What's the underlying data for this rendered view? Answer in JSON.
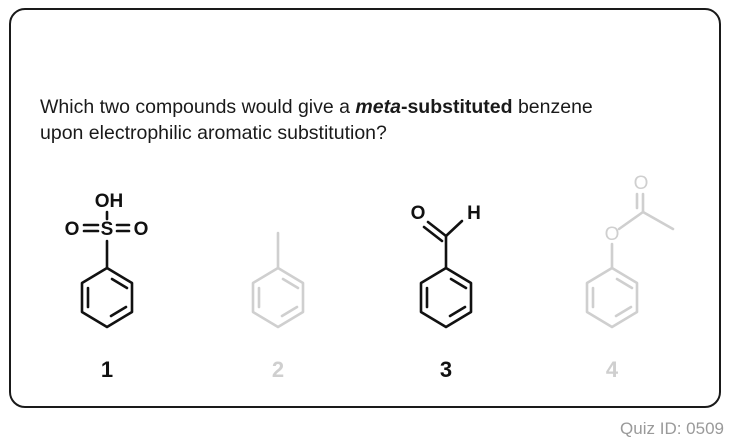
{
  "question": {
    "part1": "Which two compounds would give a ",
    "meta": "meta",
    "substituted": "-substituted",
    "part2": " benzene",
    "line2": "upon electrophilic aromatic substitution?"
  },
  "compounds": [
    {
      "number": "1",
      "highlighted": true,
      "labels": {
        "oh": "OH",
        "o_left": "O",
        "s": "S",
        "o_right": "O"
      }
    },
    {
      "number": "2",
      "highlighted": false
    },
    {
      "number": "3",
      "highlighted": true,
      "labels": {
        "o": "O",
        "h": "H"
      }
    },
    {
      "number": "4",
      "highlighted": false,
      "labels": {
        "o_carbonyl": "O",
        "o_ester": "O"
      }
    }
  ],
  "colors": {
    "active": "#111111",
    "faded": "#cfcfcf",
    "quiz_id": "#9a9a9a"
  },
  "footer": {
    "quiz_id": "Quiz ID: 0509"
  }
}
